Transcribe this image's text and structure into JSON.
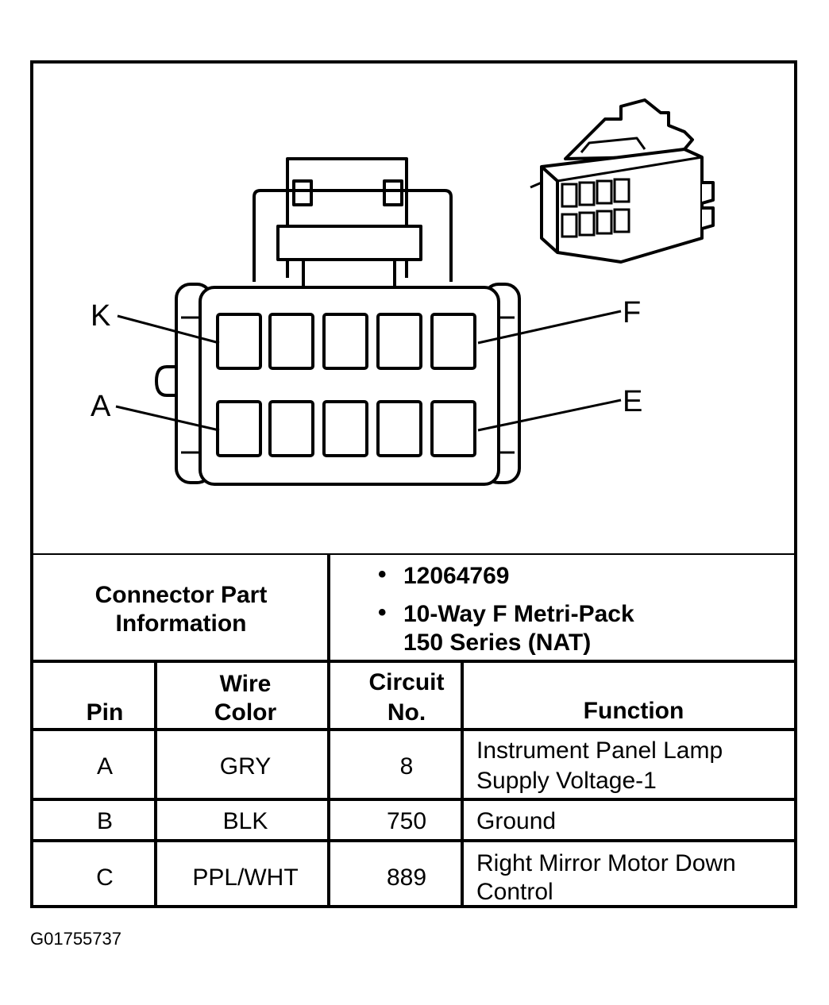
{
  "diagram": {
    "pin_callouts": {
      "top_left": "K",
      "top_right": "F",
      "bottom_left": "A",
      "bottom_right": "E"
    }
  },
  "connector_info": {
    "label_line1": "Connector Part",
    "label_line2": "Information",
    "bullet": "•",
    "part_number": "12064769",
    "description_line1": "10-Way F Metri-Pack",
    "description_line2": "150 Series (NAT)"
  },
  "pin_table": {
    "headers": {
      "pin": "Pin",
      "wire_color_line1": "Wire",
      "wire_color_line2": "Color",
      "circuit_line1": "Circuit",
      "circuit_line2": "No.",
      "function": "Function"
    },
    "rows": [
      {
        "pin": "A",
        "wire_color": "GRY",
        "circuit": "8",
        "function_line1": "Instrument Panel Lamp",
        "function_line2": "Supply Voltage-1"
      },
      {
        "pin": "B",
        "wire_color": "BLK",
        "circuit": "750",
        "function_line1": "Ground",
        "function_line2": ""
      },
      {
        "pin": "C",
        "wire_color": "PPL/WHT",
        "circuit": "889",
        "function_line1": "Right Mirror Motor Down",
        "function_line2": "Control"
      }
    ]
  },
  "figure_id": "G01755737"
}
